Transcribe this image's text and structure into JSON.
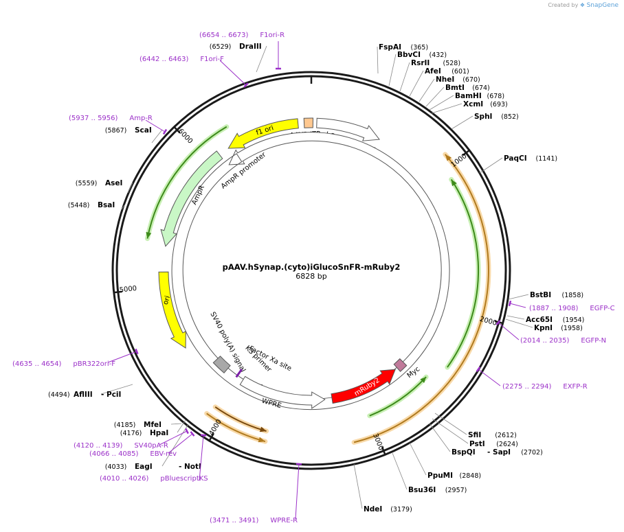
{
  "credit": {
    "text": "Created by",
    "brand": "SnapGene"
  },
  "plasmid": {
    "name": "pAAV.hSynap.(cyto)iGlucoSnFR-mRuby2",
    "size_label": "6828 bp",
    "length": 6828
  },
  "colors": {
    "backbone": "#1a1a1a",
    "primer": "#9b30c8",
    "orf_fill": "#dfa64a",
    "orf_glow": "#f8d9a8",
    "green_line": "#3d8a1a",
    "green_glow": "#c8efb4",
    "promoter_fill": "#ffffff",
    "ampr_fill": "#c9f7c6",
    "ori_fill": "#ffff00",
    "itr_fill": "#ffc890",
    "mruby_fill": "#ff0000",
    "myc_fill": "#c07a9a",
    "polya_fill": "#a8a8a8"
  },
  "ticks": [
    {
      "label": "1000"
    },
    {
      "label": "2000"
    },
    {
      "label": "3000"
    },
    {
      "label": "4000"
    },
    {
      "label": "5000"
    },
    {
      "label": "6000"
    }
  ],
  "features": [
    {
      "label": "AAV2 ITR",
      "kind": "itr"
    },
    {
      "label": "hSyn promoter",
      "kind": "promoter"
    },
    {
      "label": "f1 ori",
      "kind": "ori"
    },
    {
      "label": "AmpR promoter",
      "kind": "promoter"
    },
    {
      "label": "AmpR",
      "kind": "ampr"
    },
    {
      "label": "ori",
      "kind": "ori"
    },
    {
      "label": "SV40 poly(A) signal",
      "kind": "polya"
    },
    {
      "label": "KS primer",
      "kind": "primer"
    },
    {
      "label": "Factor Xa site",
      "kind": "site"
    },
    {
      "label": "WPRE",
      "kind": "promoter"
    },
    {
      "label": "mRuby2",
      "kind": "cds"
    },
    {
      "label": "Myc",
      "kind": "tag"
    }
  ],
  "enzymes": [
    {
      "name": "FspAI",
      "pos": "(365)"
    },
    {
      "name": "BbvCI",
      "pos": "(432)"
    },
    {
      "name": "RsrII",
      "pos": "(528)"
    },
    {
      "name": "AfeI",
      "pos": "(601)"
    },
    {
      "name": "NheI",
      "pos": "(670)"
    },
    {
      "name": "BmtI",
      "pos": "(674)"
    },
    {
      "name": "BamHI",
      "pos": "(678)"
    },
    {
      "name": "XcmI",
      "pos": "(693)"
    },
    {
      "name": "SphI",
      "pos": "(852)"
    },
    {
      "name": "PaqCI",
      "pos": "(1141)"
    },
    {
      "name": "BstBI",
      "pos": "(1858)"
    },
    {
      "name": "Acc65I",
      "pos": "(1954)"
    },
    {
      "name": "KpnI",
      "pos": "(1958)"
    },
    {
      "name": "SfiI",
      "pos": "(2612)"
    },
    {
      "name": "PstI",
      "pos": "(2624)"
    },
    {
      "name": "BspQI",
      "pos": ""
    },
    {
      "name": "SapI",
      "pos": "(2702)"
    },
    {
      "name": "PpuMI",
      "pos": "(2848)"
    },
    {
      "name": "Bsu36I",
      "pos": "(2957)"
    },
    {
      "name": "NdeI",
      "pos": "(3179)"
    },
    {
      "name": "EagI",
      "pos": "(4033)"
    },
    {
      "name": "NotI",
      "pos": ""
    },
    {
      "name": "HpaI",
      "pos": "(4176)"
    },
    {
      "name": "MfeI",
      "pos": "(4185)"
    },
    {
      "name": "AflIII",
      "pos": "(4494)"
    },
    {
      "name": "PciI",
      "pos": ""
    },
    {
      "name": "BsaI",
      "pos": "(5448)"
    },
    {
      "name": "AseI",
      "pos": "(5559)"
    },
    {
      "name": "ScaI",
      "pos": "(5867)"
    },
    {
      "name": "DraIII",
      "pos": "(6529)"
    }
  ],
  "primers": [
    {
      "name": "F1ori-R",
      "range": "(6654 .. 6673)"
    },
    {
      "name": "F1ori-F",
      "range": "(6442 .. 6463)"
    },
    {
      "name": "Amp-R",
      "range": "(5937 .. 5956)"
    },
    {
      "name": "EGFP-C",
      "range": "(1887 .. 1908)"
    },
    {
      "name": "EGFP-N",
      "range": "(2014 .. 2035)"
    },
    {
      "name": "EXFP-R",
      "range": "(2275 .. 2294)"
    },
    {
      "name": "pBR322ori-F",
      "range": "(4635 .. 4654)"
    },
    {
      "name": "SV40pA-R",
      "range": "(4120 .. 4139)"
    },
    {
      "name": "EBV-rev",
      "range": "(4066 .. 4085)"
    },
    {
      "name": "pBluescriptKS",
      "range": "(4010 .. 4026)"
    },
    {
      "name": "WPRE-R",
      "range": "(3471 .. 3491)"
    }
  ]
}
